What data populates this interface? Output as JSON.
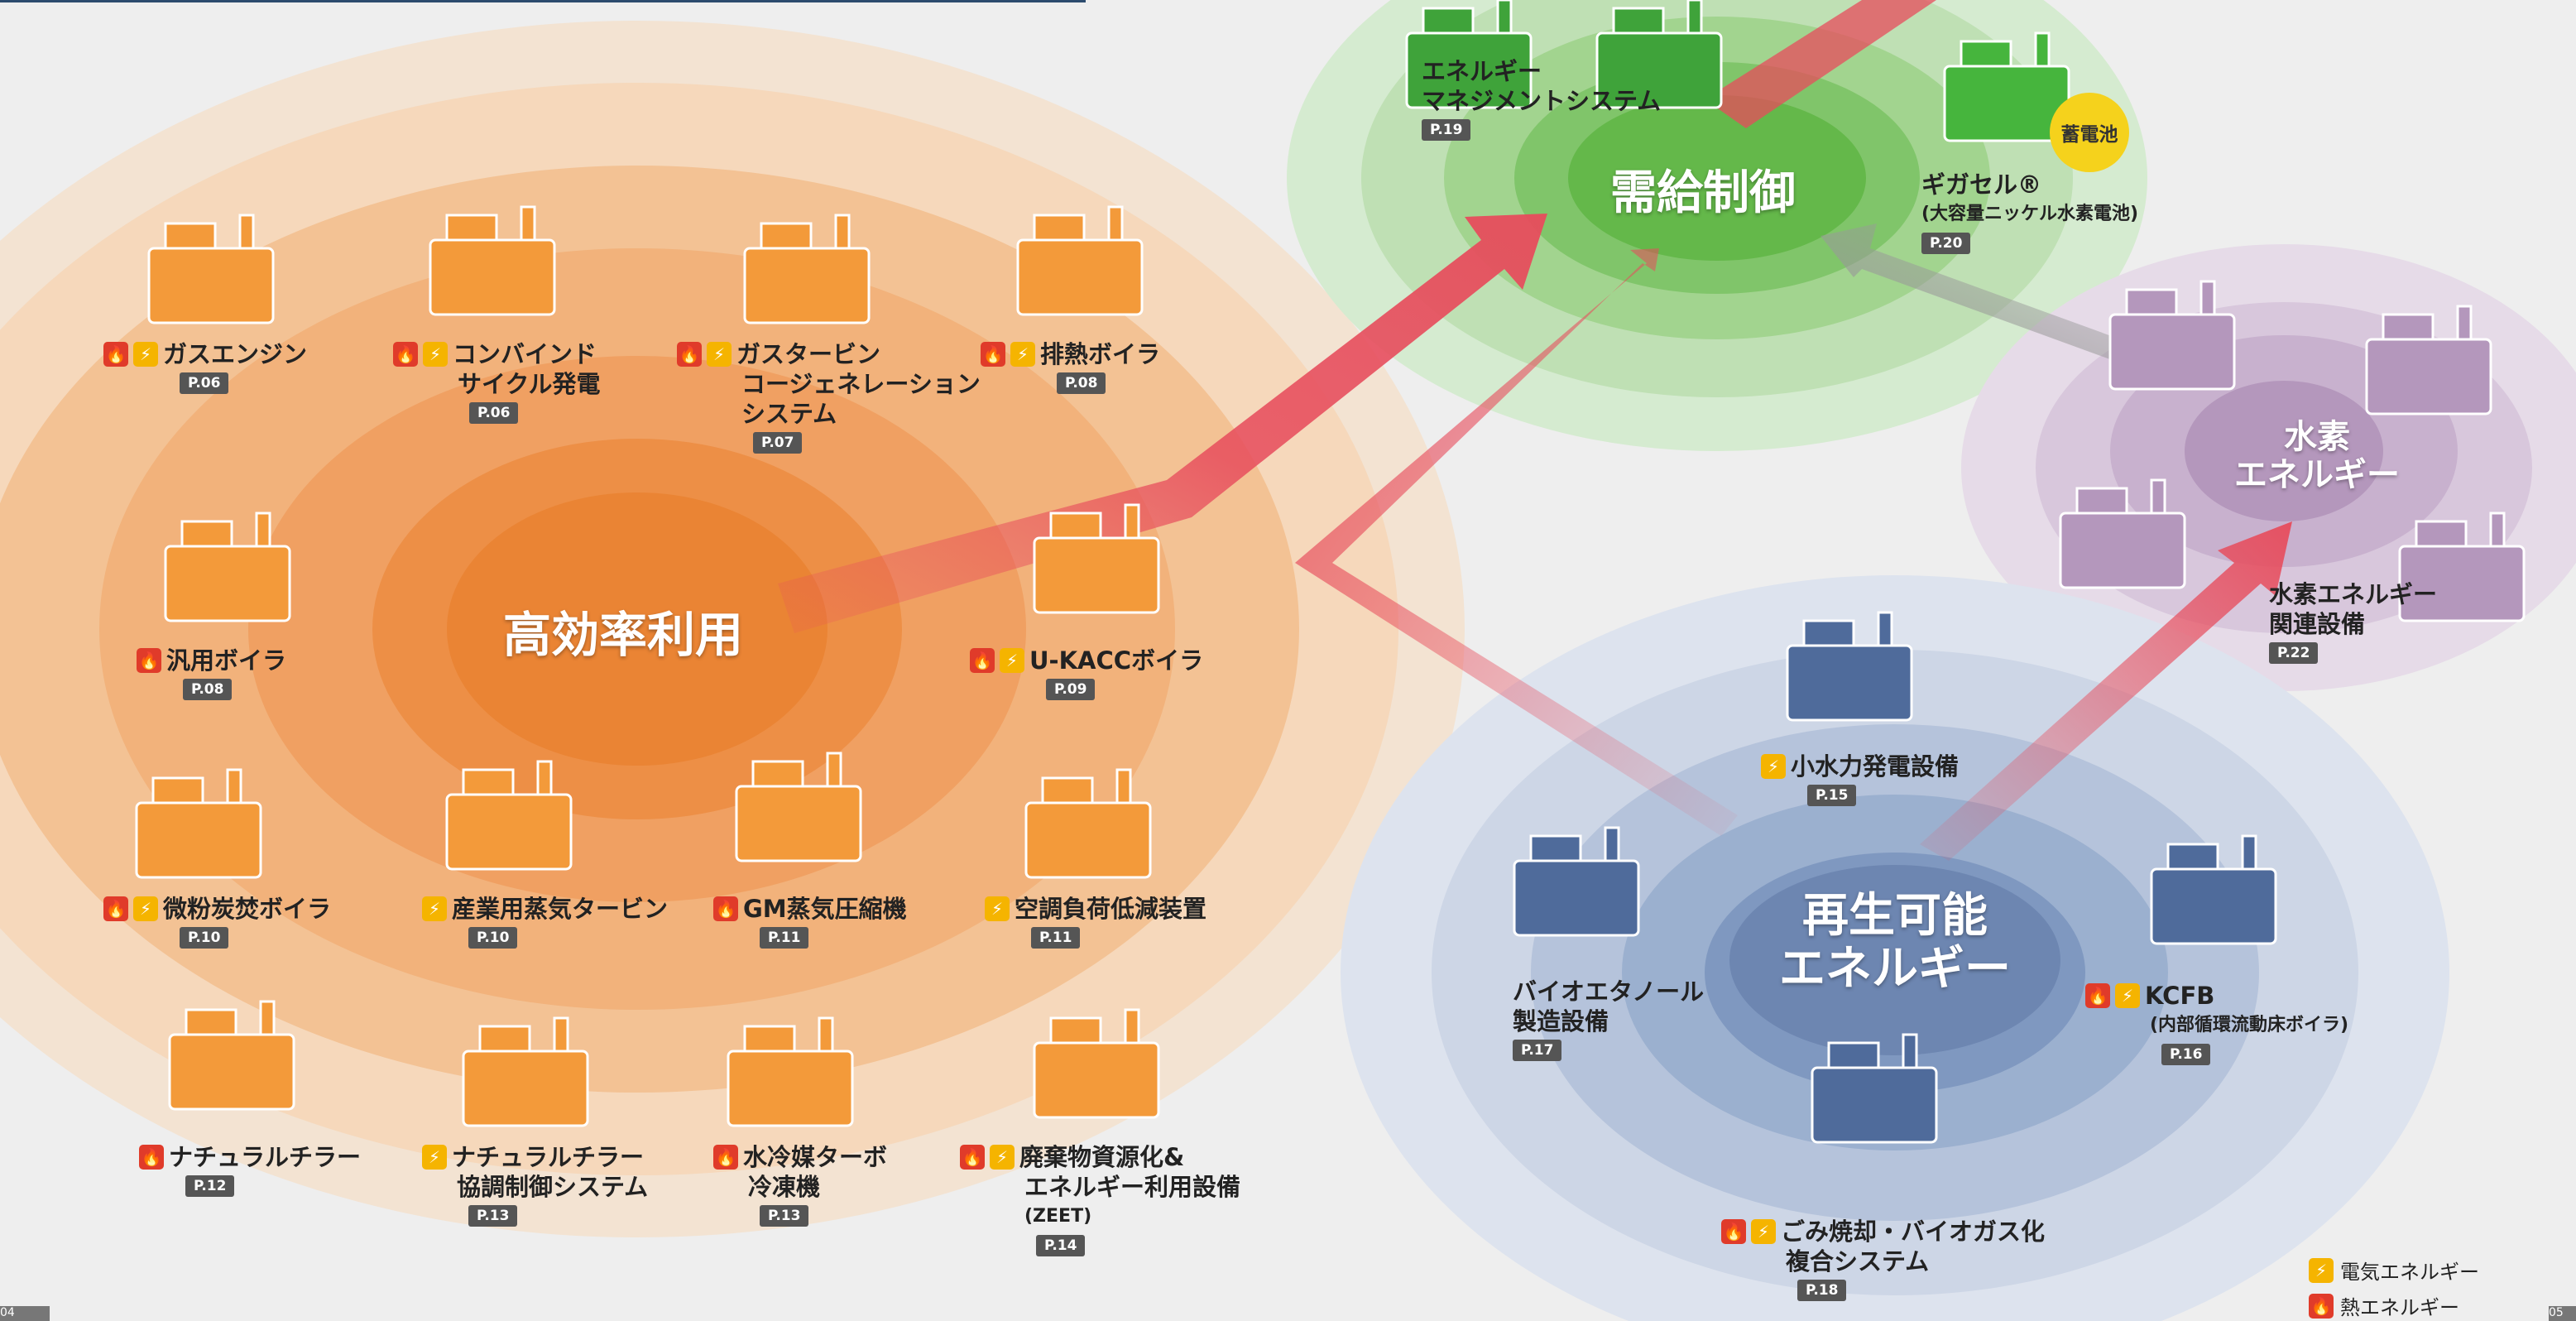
{
  "hubs": {
    "efficiency": "高効率利用",
    "supply": "需給制御",
    "hydrogen": [
      "水素",
      "エネルギー"
    ],
    "renewable": [
      "再生可能",
      "エネルギー"
    ]
  },
  "colors": {
    "orange": "#ef8a2c",
    "green": "#5bbb3e",
    "purple": "#9c7aa3",
    "blue": "#5f7faf",
    "arrow": "#e74c5c",
    "fire_icon": "#e03b2a",
    "bolt_icon": "#f5b400"
  },
  "orange_items": [
    {
      "icons": [
        "fire",
        "bolt"
      ],
      "lines": [
        "ガスエンジン"
      ],
      "page": "P.06"
    },
    {
      "icons": [
        "fire",
        "bolt"
      ],
      "lines": [
        "コンバインド",
        "サイクル発電"
      ],
      "page": "P.06"
    },
    {
      "icons": [
        "fire",
        "bolt"
      ],
      "lines": [
        "ガスタービン",
        "コージェネレーション",
        "システム"
      ],
      "page": "P.07"
    },
    {
      "icons": [
        "fire",
        "bolt"
      ],
      "lines": [
        "排熱ボイラ"
      ],
      "page": "P.08"
    },
    {
      "icons": [
        "fire"
      ],
      "lines": [
        "汎用ボイラ"
      ],
      "page": "P.08"
    },
    {
      "icons": [
        "fire",
        "bolt"
      ],
      "lines": [
        "U-KACCボイラ"
      ],
      "page": "P.09"
    },
    {
      "icons": [
        "fire",
        "bolt"
      ],
      "lines": [
        "微粉炭焚ボイラ"
      ],
      "page": "P.10"
    },
    {
      "icons": [
        "bolt"
      ],
      "lines": [
        "産業用蒸気タービン"
      ],
      "page": "P.10"
    },
    {
      "icons": [
        "fire"
      ],
      "lines": [
        "GM蒸気圧縮機"
      ],
      "page": "P.11"
    },
    {
      "icons": [
        "bolt"
      ],
      "lines": [
        "空調負荷低減装置"
      ],
      "page": "P.11"
    },
    {
      "icons": [
        "fire"
      ],
      "lines": [
        "ナチュラルチラー"
      ],
      "page": "P.12"
    },
    {
      "icons": [
        "bolt"
      ],
      "lines": [
        "ナチュラルチラー",
        "協調制御システム"
      ],
      "page": "P.13"
    },
    {
      "icons": [
        "fire"
      ],
      "lines": [
        "水冷媒ターボ",
        "冷凍機"
      ],
      "page": "P.13"
    },
    {
      "icons": [
        "fire",
        "bolt"
      ],
      "lines": [
        "廃棄物資源化&",
        "エネルギー利用設備",
        "(ZEET)"
      ],
      "page": "P.14"
    }
  ],
  "green_items": [
    {
      "lines": [
        "エネルギー",
        "マネジメントシステム"
      ],
      "page": "P.19"
    },
    {
      "lines": [
        "ギガセル®",
        "(大容量ニッケル水素電池)"
      ],
      "page": "P.20"
    }
  ],
  "battery_badge": "蓄電池",
  "hydrogen_items": [
    {
      "lines": [
        "水素エネルギー",
        "関連設備"
      ],
      "page": "P.22"
    }
  ],
  "blue_items": [
    {
      "icons": [
        "bolt"
      ],
      "lines": [
        "小水力発電設備"
      ],
      "page": "P.15"
    },
    {
      "icons": [],
      "lines": [
        "バイオエタノール",
        "製造設備"
      ],
      "page": "P.17"
    },
    {
      "icons": [
        "fire",
        "bolt"
      ],
      "lines": [
        "KCFB",
        "(内部循環流動床ボイラ)"
      ],
      "page": "P.16"
    },
    {
      "icons": [
        "fire",
        "bolt"
      ],
      "lines": [
        "ごみ焼却・バイオガス化",
        "複合システム"
      ],
      "page": "P.18"
    }
  ],
  "legend": [
    {
      "icon": "bolt",
      "label": "電気エネルギー"
    },
    {
      "icon": "fire",
      "label": "熱エネルギー"
    }
  ],
  "corner_left": "04",
  "corner_right": "05"
}
